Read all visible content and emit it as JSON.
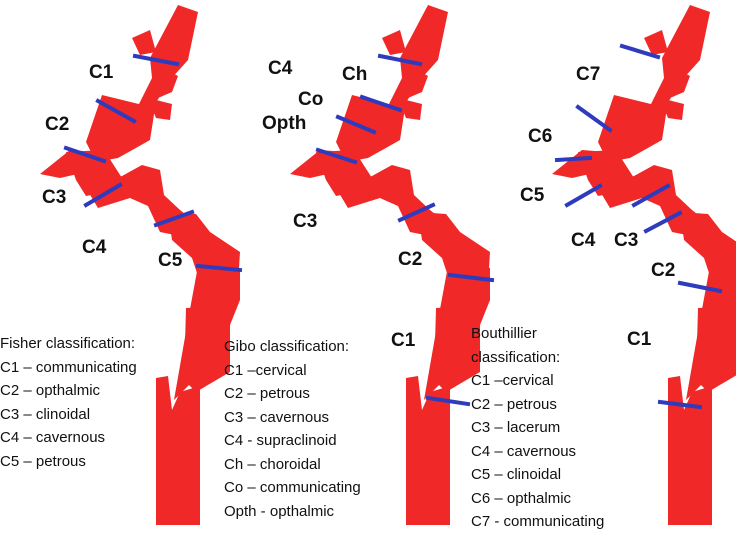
{
  "colors": {
    "vessel": "#f02828",
    "marker": "#2e3bbd"
  },
  "diagrams": [
    {
      "labels": [
        "C1",
        "C2",
        "C3",
        "C4",
        "C5"
      ],
      "legend_title": "Fisher  classification:",
      "legend_items": [
        "C1 – communicating",
        "C2 – opthalmic",
        "C3 – clinoidal",
        "C4 – cavernous",
        "C5 – petrous"
      ]
    },
    {
      "labels": [
        "C4",
        "Ch",
        "Co",
        "Opth",
        "C3",
        "C2",
        "C1"
      ],
      "legend_title": "Gibo classification:",
      "legend_items": [
        "C1 –cervical",
        "C2 – petrous",
        "C3 – cavernous",
        "C4 - supraclinoid",
        "Ch – choroidal",
        "Co – communicating",
        "Opth - opthalmic"
      ]
    },
    {
      "labels": [
        "C7",
        "C6",
        "C5",
        "C4",
        "C3",
        "C2",
        "C1"
      ],
      "legend_title": "Bouthillier",
      "legend_title_2": "classification:",
      "legend_items": [
        "C1 –cervical",
        "C2 –  petrous",
        "C3 – lacerum",
        "C4 – cavernous",
        "C5 – clinoidal",
        "C6 – opthalmic",
        "C7 - communicating"
      ]
    }
  ]
}
